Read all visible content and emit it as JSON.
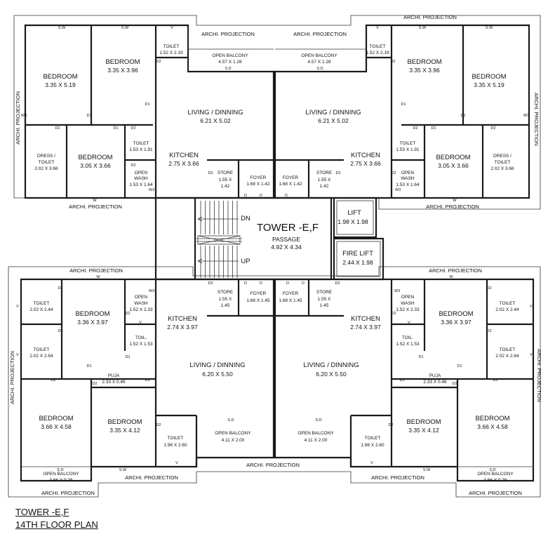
{
  "title": {
    "line1": "TOWER -E,F",
    "line2": "14TH FLOOR PLAN"
  },
  "core": {
    "tower": "TOWER -E,F",
    "passage": "PASSAGE",
    "passage_dim": "4.92 X 4.34",
    "lift": "LIFT",
    "lift_dim": "1.98 X 1.98",
    "fire_lift": "FIRE LIFT",
    "fire_lift_dim": "2.44 X 1.98",
    "stair_dn": "DN",
    "stair_up": "UP"
  },
  "labels": {
    "archi": "ARCHI. PROJECTION",
    "sw": "S.W",
    "sd": "S.D",
    "w": "W",
    "v": "V",
    "d": "D",
    "d1": "D1",
    "d2": "D2",
    "w3": "W3"
  },
  "top_left": {
    "bedroom1": {
      "name": "BEDROOM",
      "dim": "3.35 X 5.19"
    },
    "bedroom2": {
      "name": "BEDROOM",
      "dim": "3.35 X 3.96"
    },
    "toilet1": {
      "name": "TOILET",
      "dim": "1.52 X 2.19"
    },
    "balcony": {
      "name": "OPEN BALCONY",
      "dim": "4.57 X 1.28"
    },
    "living": {
      "name": "LIVING / DINNING",
      "dim": "6.21 X 5.02"
    },
    "dress": {
      "name1": "DRESS /",
      "name2": "TOILET",
      "dim": "2.02 X 3.66"
    },
    "bedroom3": {
      "name": "BEDROOM",
      "dim": "3.05 X 3.66"
    },
    "toilet2": {
      "name": "TOILET",
      "dim": "1.53 X 1.91"
    },
    "wash": {
      "name1": "OPEN",
      "name2": "WASH",
      "dim": "1.53 X 1.64"
    },
    "kitchen": {
      "name": "KITCHEN",
      "dim": "2.75 X 3.66"
    },
    "store": {
      "name": "STORE",
      "dim1": "1.55 X",
      "dim2": "1.42"
    },
    "foyer": {
      "name": "FOYER",
      "dim": "1.68 X 1.42"
    }
  },
  "top_right": {
    "bedroom1": {
      "name": "BEDROOM",
      "dim": "3.35 X 5.19"
    },
    "bedroom2": {
      "name": "BEDROOM",
      "dim": "3.35 X 3.96"
    },
    "toilet1": {
      "name": "TOILET",
      "dim": "1.52 X 2.19"
    },
    "balcony": {
      "name": "OPEN BALCONY",
      "dim": "4.57 X 1.28"
    },
    "living": {
      "name": "LIVING / DINNING",
      "dim": "6.21 X 5.02"
    },
    "dress": {
      "name1": "DRESS /",
      "name2": "TOILET",
      "dim": "2.02 X 3.66"
    },
    "bedroom3": {
      "name": "BEDROOM",
      "dim": "3.05 X 3.66"
    },
    "toilet2": {
      "name": "TOILET",
      "dim": "1.53 X 1.91"
    },
    "wash": {
      "name1": "OPEN",
      "name2": "WASH",
      "dim": "1.53 X 1.64"
    },
    "kitchen": {
      "name": "KITCHEN",
      "dim": "2.75 X 3.66"
    },
    "store": {
      "name": "STORE",
      "dim1": "1.55 X",
      "dim2": "1.42"
    },
    "foyer": {
      "name": "FOYER",
      "dim": "1.68 X 1.42"
    }
  },
  "bottom_left": {
    "toilet1": {
      "name": "TOILET",
      "dim": "2.02 X 2.44"
    },
    "toilet2": {
      "name": "TOILET",
      "dim": "2.02 X 2.64"
    },
    "bedroom1": {
      "name": "BEDROOM",
      "dim": "3.36 X 3.97"
    },
    "wash": {
      "name1": "OPEN",
      "name2": "WASH",
      "dim": "1.52 X 2.33"
    },
    "toil": {
      "name": "TOIL.",
      "dim": "1.52 X 1.53"
    },
    "kitchen": {
      "name": "KITCHEN",
      "dim": "2.74 X 3.97"
    },
    "store": {
      "name": "STORE",
      "dim1": "1.55 X",
      "dim2": "1.45"
    },
    "foyer": {
      "name": "FOYER",
      "dim": "1.68 X 1.45"
    },
    "puja": {
      "name": "PUJA",
      "dim": "2.33 X 0.46"
    },
    "living": {
      "name": "LIVING / DINNING",
      "dim": "6.20 X 5.50"
    },
    "bedroom2": {
      "name": "BEDROOM",
      "dim": "3.66 X 4.58"
    },
    "bedroom3": {
      "name": "BEDROOM",
      "dim": "3.35 X 4.12"
    },
    "toilet3": {
      "name": "TOILET",
      "dim": "1.98 X 2.60"
    },
    "balcony": {
      "name": "OPEN BALCONY",
      "dim": "4.11 X 2.00"
    },
    "balcony2": {
      "name": "OPEN BALCONY",
      "dim": "3.66 X 0.76"
    }
  },
  "bottom_right": {
    "toilet1": {
      "name": "TOILET",
      "dim": "2.02 X 2.44"
    },
    "toilet2": {
      "name": "TOILET",
      "dim": "2.02 X 2.64"
    },
    "bedroom1": {
      "name": "BEDROOM",
      "dim": "3.36 X 3.97"
    },
    "wash": {
      "name1": "OPEN",
      "name2": "WASH",
      "dim": "1.52 X 2.33"
    },
    "toil": {
      "name": "TOIL.",
      "dim": "1.52 X 1.53"
    },
    "kitchen": {
      "name": "KITCHEN",
      "dim": "2.74 X 3.97"
    },
    "store": {
      "name": "STORE",
      "dim1": "1.55 X",
      "dim2": "1.45"
    },
    "foyer": {
      "name": "FOYER",
      "dim": "1.68 X 1.45"
    },
    "puja": {
      "name": "PUJA",
      "dim": "2.33 X 0.46"
    },
    "living": {
      "name": "LIVING / DINNING",
      "dim": "6.20 X 5.50"
    },
    "bedroom2": {
      "name": "BEDROOM",
      "dim": "3.66 X 4.58"
    },
    "bedroom3": {
      "name": "BEDROOM",
      "dim": "3.35 X 4.12"
    },
    "toilet3": {
      "name": "TOILET",
      "dim": "1.98 X 2.60"
    },
    "balcony": {
      "name": "OPEN BALCONY",
      "dim": "4.11 X 2.00"
    },
    "balcony2": {
      "name": "OPEN BALCONY",
      "dim": "3.66 X 0.76"
    }
  }
}
